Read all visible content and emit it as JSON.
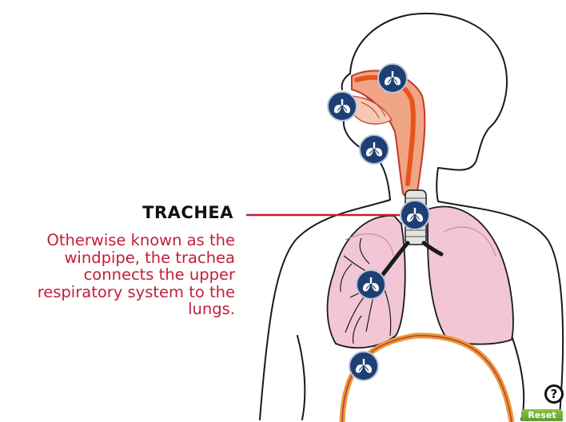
{
  "info": {
    "title": "TRACHEA",
    "description": "Otherwise known as the windpipe, the trachea connects the upper respiratory system to the lungs."
  },
  "hotspots": [
    {
      "name": "hotspot-nasal-cavity",
      "icon": "lungs-icon"
    },
    {
      "name": "hotspot-nose",
      "icon": "lungs-icon"
    },
    {
      "name": "hotspot-mouth",
      "icon": "lungs-icon"
    },
    {
      "name": "hotspot-trachea",
      "icon": "lungs-icon"
    },
    {
      "name": "hotspot-bronchi",
      "icon": "lungs-icon"
    },
    {
      "name": "hotspot-diaphragm",
      "icon": "lungs-icon"
    }
  ],
  "controls": {
    "help_label": "?",
    "reset_label": "Reset"
  },
  "colors": {
    "accent_red": "#c41e3a",
    "hotspot_blue": "#1e3f73",
    "lung_pink": "#f2c6d6",
    "reset_green": "#6aad3a"
  }
}
